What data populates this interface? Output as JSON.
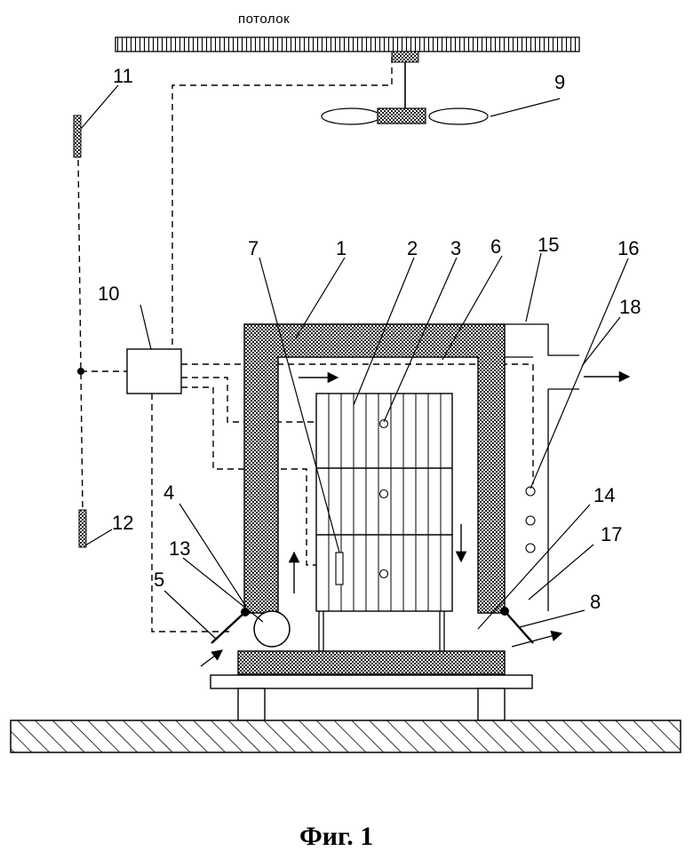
{
  "ceiling_label": "потолок",
  "caption": "Фиг. 1",
  "labels": {
    "n1": "1",
    "n2": "2",
    "n3": "3",
    "n4": "4",
    "n5": "5",
    "n6": "6",
    "n7": "7",
    "n8": "8",
    "n9": "9",
    "n10": "10",
    "n11": "11",
    "n12": "12",
    "n13": "13",
    "n14": "14",
    "n15": "15",
    "n16": "16",
    "n17": "17",
    "n18": "18"
  }
}
